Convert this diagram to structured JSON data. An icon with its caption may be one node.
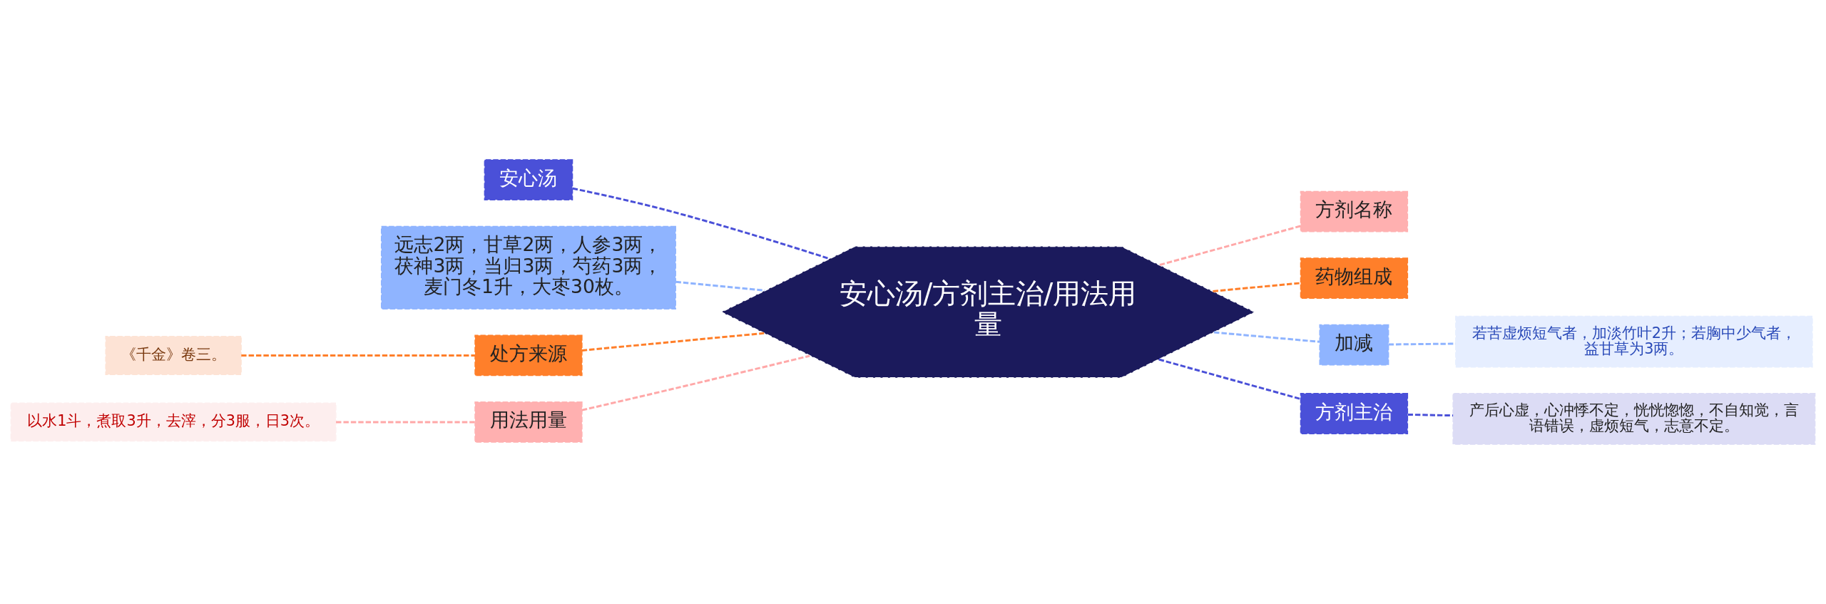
{
  "diagram": {
    "nodes": [
      {
        "text": [
          "安心汤/方剂主治/用法用量"
        ]
      },
      {
        "text": [
          "安心汤"
        ]
      },
      {
        "text": [
          "远志2两，甘草2两，人参3两，茯神3两，当归3两，芍药3两，麦门冬1升，大枣30枚。"
        ]
      },
      {
        "text": [
          "处方来源"
        ]
      },
      {
        "text": [
          "《千金》卷三。"
        ]
      },
      {
        "text": [
          "用法用量"
        ]
      },
      {
        "text": [
          "以水1斗，煮取3升，去滓，分3服，日3次。"
        ]
      },
      {
        "text": [
          "方剂名称"
        ]
      },
      {
        "text": [
          "药物组成"
        ]
      },
      {
        "text": [
          "加减"
        ]
      },
      {
        "text": [
          "若苦虚烦短气者，加淡竹叶2升；若胸中少气者，益甘草为3两。"
        ]
      },
      {
        "text": [
          "方剂主治"
        ]
      },
      {
        "text": [
          "产后心虚，心冲悸不定，恍恍惚惚，不自知觉，言语错误，虚烦短气，志意不定。"
        ]
      }
    ],
    "edges": [
      {
        "from": 1,
        "to": 0,
        "arrow": "none",
        "style": "dashed",
        "color": "#4a50d8"
      },
      {
        "from": 2,
        "to": 0,
        "arrow": "none",
        "style": "dashed",
        "color": "#8fb4ff"
      },
      {
        "from": 4,
        "to": 3,
        "arrow": "none",
        "style": "dashed",
        "color": "#ff7f2a"
      },
      {
        "from": 3,
        "to": 0,
        "arrow": "none",
        "style": "dashed",
        "color": "#ff7f2a"
      },
      {
        "from": 6,
        "to": 5,
        "arrow": "none",
        "style": "dashed",
        "color": "#ffa8a8"
      },
      {
        "from": 5,
        "to": 0,
        "arrow": "none",
        "style": "dashed",
        "color": "#ffa8a8"
      },
      {
        "from": 0,
        "to": 7,
        "arrow": "none",
        "style": "dashed",
        "color": "#ffa8a8"
      },
      {
        "from": 0,
        "to": 8,
        "arrow": "none",
        "style": "dashed",
        "color": "#ff7f2a"
      },
      {
        "from": 0,
        "to": 9,
        "arrow": "none",
        "style": "dashed",
        "color": "#8fb4ff"
      },
      {
        "from": 9,
        "to": 10,
        "arrow": "none",
        "style": "dashed",
        "color": "#8fb4ff"
      },
      {
        "from": 0,
        "to": 11,
        "arrow": "none",
        "style": "dashed",
        "color": "#4a50d8"
      },
      {
        "from": 11,
        "to": 12,
        "arrow": "none",
        "style": "dashed",
        "color": "#4a50d8"
      }
    ]
  }
}
